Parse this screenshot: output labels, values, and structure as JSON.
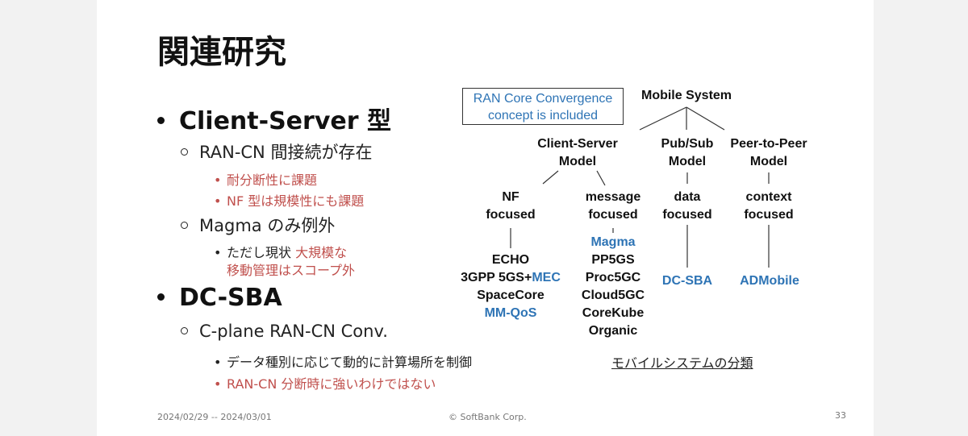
{
  "title": "関連研究",
  "bullets": {
    "client_server": {
      "heading": "Client-Server 型",
      "ran_cn": "RAN-CN 間接続が存在",
      "sub1": "耐分断性に課題",
      "sub2": "NF 型は規模性にも課題",
      "magma": "Magma のみ例外",
      "magma_sub_a": "ただし現状",
      "magma_sub_b": "大規模な",
      "magma_sub_c": "移動管理はスコープ外"
    },
    "dc_sba": {
      "heading": "DC-SBA",
      "cplane": "C-plane RAN-CN Conv.",
      "sub1": "データ種別に応じて動的に計算場所を制御",
      "sub2": "RAN-CN 分断時に強いわけではない"
    }
  },
  "diagram": {
    "box_line1": "RAN Core Convergence",
    "box_line2": "concept is included",
    "root": "Mobile System",
    "cs_1": "Client-Server",
    "cs_2": "Model",
    "ps_1": "Pub/Sub",
    "ps_2": "Model",
    "p2p_1": "Peer-to-Peer",
    "p2p_2": "Model",
    "nf_1": "NF",
    "nf_2": "focused",
    "msg_1": "message",
    "msg_2": "focused",
    "data_1": "data",
    "data_2": "focused",
    "ctx_1": "context",
    "ctx_2": "focused",
    "nf_items": {
      "echo": "ECHO",
      "g3pp": "3GPP 5GS+",
      "mec": "MEC",
      "spacecore": "SpaceCore",
      "mmqos": "MM-QoS"
    },
    "msg_items": {
      "magma": "Magma",
      "pp5gs": "PP5GS",
      "proc5gc": "Proc5GC",
      "cloud5gc": "Cloud5GC",
      "corekube": "CoreKube",
      "organic": "Organic"
    },
    "dcsba": "DC-SBA",
    "admobile": "ADMobile",
    "caption": "モバイルシステムの分類"
  },
  "footer": {
    "date": "2024/02/29 -- 2024/03/01",
    "copyright": "© SoftBank Corp.",
    "page": "33"
  },
  "colors": {
    "accent_red": "#c0504d",
    "accent_blue": "#2e74b5"
  }
}
